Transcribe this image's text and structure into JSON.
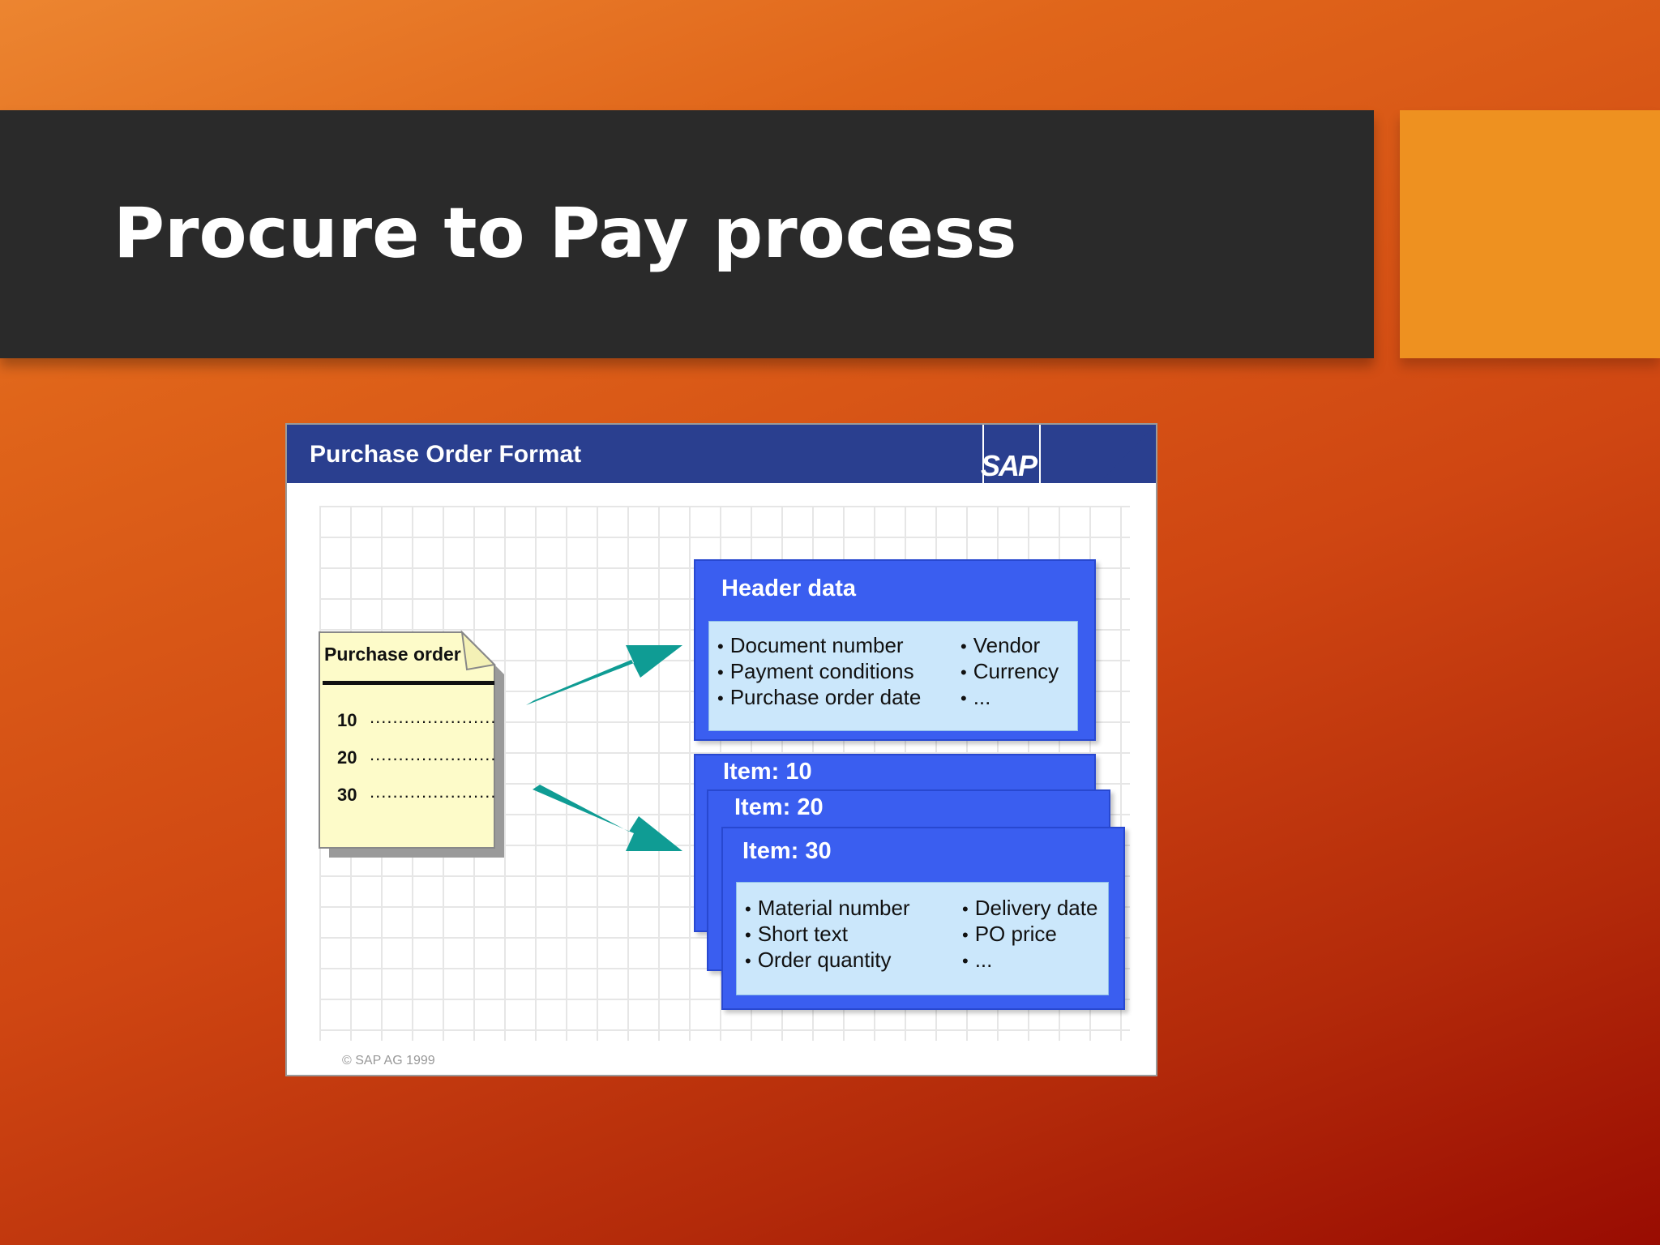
{
  "slide": {
    "title": "Procure to Pay process"
  },
  "figure": {
    "title": "Purchase Order Format",
    "logo_text": "SAP",
    "copyright": "© SAP AG 1999",
    "purchase_order": {
      "label": "Purchase order",
      "lines": [
        {
          "number": "10",
          "dots": "......................"
        },
        {
          "number": "20",
          "dots": "......................"
        },
        {
          "number": "30",
          "dots": "......................"
        }
      ]
    },
    "header_card": {
      "title": "Header data",
      "left_items": [
        "Document number",
        "Payment conditions",
        "Purchase order date"
      ],
      "right_items": [
        "Vendor",
        "Currency",
        "..."
      ]
    },
    "item_cards": {
      "titles": [
        "Item: 10",
        "Item: 20",
        "Item: 30"
      ],
      "left_items": [
        "Material number",
        "Short text",
        "Order quantity"
      ],
      "right_items": [
        "Delivery date",
        "PO price",
        "..."
      ]
    },
    "colors": {
      "header_blue": "#2a3f8f",
      "card_blue": "#3a5ef0",
      "card_body": "#cbe7fb",
      "arrow_teal": "#0f9c94",
      "note_yellow": "#fdfbc9"
    }
  }
}
